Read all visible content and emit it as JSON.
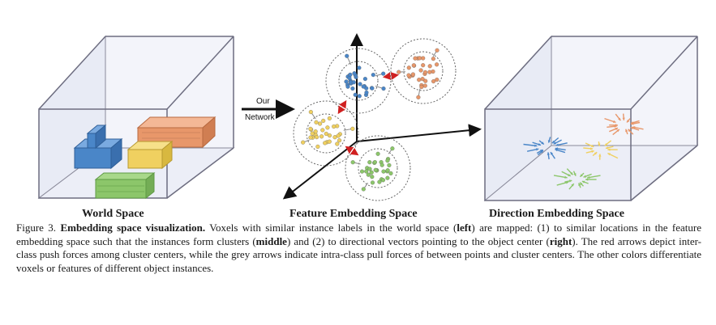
{
  "panels": {
    "left_label": "World Space",
    "middle_label": "Feature Embedding Space",
    "right_label": "Direction Embedding Space"
  },
  "network_arrow": {
    "line1": "Our",
    "line2": "Network"
  },
  "caption": {
    "figure_number": "Figure 3.",
    "title": "Embedding space visualization.",
    "t1": " Voxels with similar instance labels in the world space (",
    "left": "left",
    "t2": ") are mapped: (1) to similar locations in the feature embedding space such that the instances form clusters (",
    "middle": "middle",
    "t3": ") and (2) to directional vectors pointing to the object center (",
    "right": "right",
    "t4": ").  The red arrows depict inter-class push forces among cluster centers, while the grey arrows indicate intra-class pull forces of between points and cluster centers. The other colors differentiate voxels or features of different object instances."
  },
  "colors": {
    "box_edge": "#7a7a8c",
    "box_fill": "#eef0f8",
    "blue": "#4a86c8",
    "orange": "#e8976a",
    "yellow": "#f0d060",
    "green": "#8cc66a",
    "push_arrow": "#d02020",
    "pull_arrow": "#888888"
  }
}
